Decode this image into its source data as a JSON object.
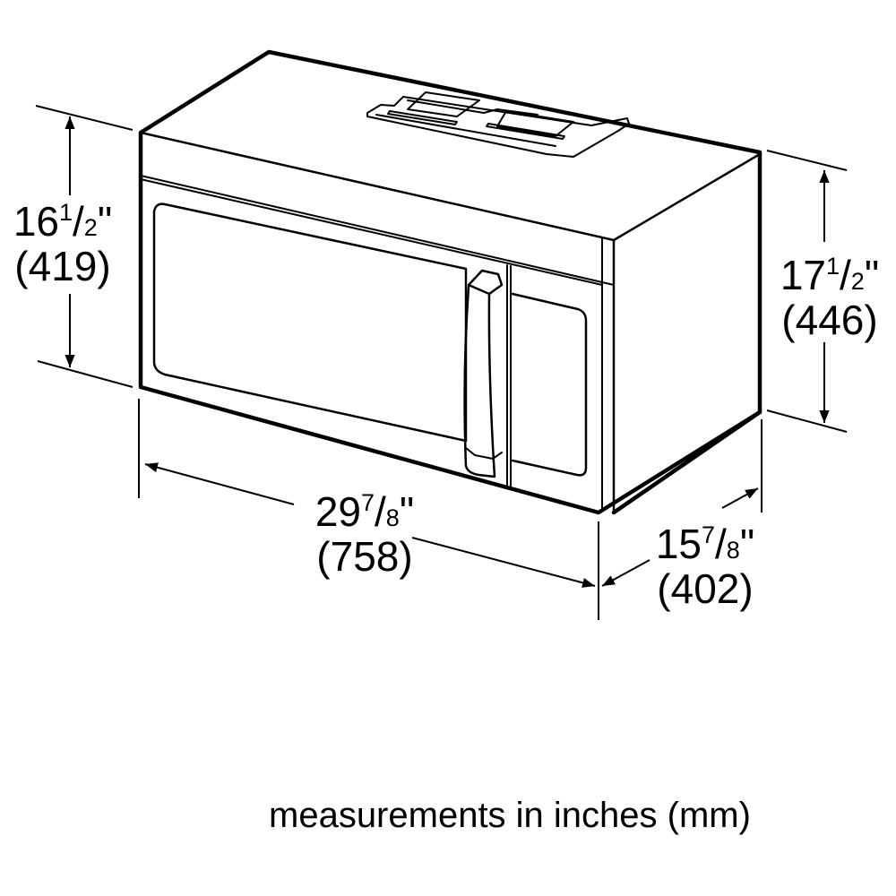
{
  "diagram": {
    "subject": "Over-the-range microwave dimension drawing",
    "line_color": "#000000",
    "background_color": "#ffffff"
  },
  "dimensions": {
    "front_height": {
      "whole": "16",
      "num": "1",
      "den": "2",
      "unit": "\"",
      "mm": "(419)"
    },
    "side_height": {
      "whole": "17",
      "num": "1",
      "den": "2",
      "unit": "\"",
      "mm": "(446)"
    },
    "width": {
      "whole": "29",
      "num": "7",
      "den": "8",
      "unit": "\"",
      "mm": "(758)"
    },
    "depth": {
      "whole": "15",
      "num": "7",
      "den": "8",
      "unit": "\"",
      "mm": "(402)"
    }
  },
  "caption": "measurements in inches (mm)"
}
